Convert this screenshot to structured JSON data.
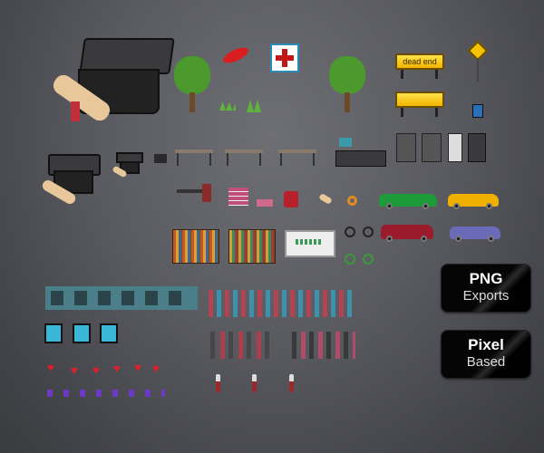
{
  "signs": {
    "dead_end": "dead end"
  },
  "badges": [
    {
      "title": "PNG",
      "subtitle": "Exports"
    },
    {
      "title": "Pixel",
      "subtitle": "Based"
    }
  ],
  "colors": {
    "accent_yellow": "#f5c400",
    "badge_bg": "#050505",
    "panel_teal": "#4a7f8a"
  }
}
